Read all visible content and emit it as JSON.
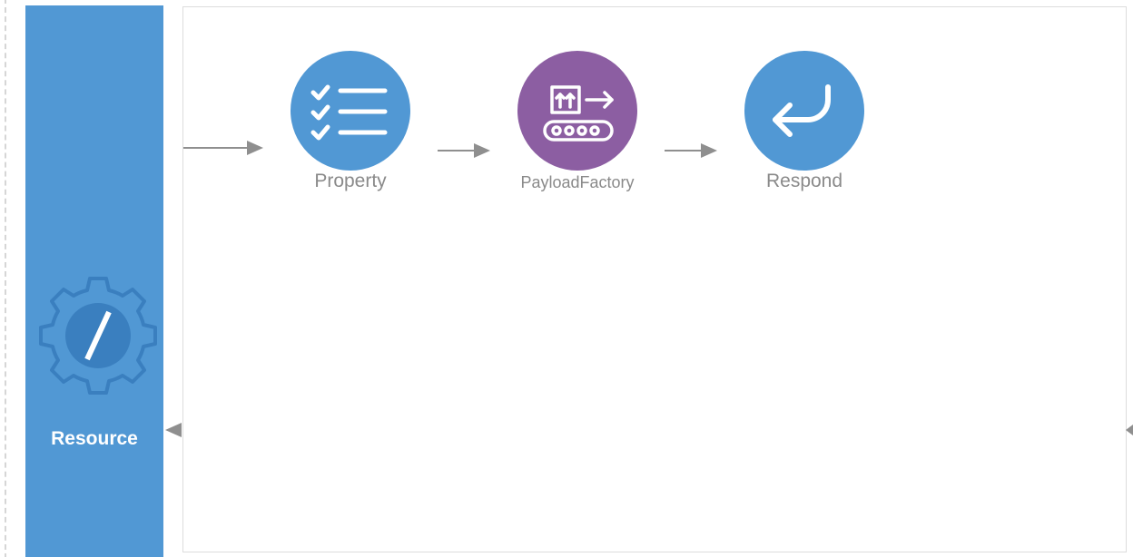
{
  "resource": {
    "label": "Resource",
    "icon": "resource-gear-icon",
    "color": "#5198d4"
  },
  "flow": {
    "nodes": [
      {
        "id": "property",
        "label": "Property",
        "icon": "checklist-icon",
        "color": "#5198d4"
      },
      {
        "id": "payloadfactory",
        "label": "PayloadFactory",
        "icon": "conveyor-box-icon",
        "color": "#8c5ea2"
      },
      {
        "id": "respond",
        "label": "Respond",
        "icon": "return-arrow-icon",
        "color": "#5198d4"
      }
    ],
    "arrow_color": "#8f8f8f"
  }
}
